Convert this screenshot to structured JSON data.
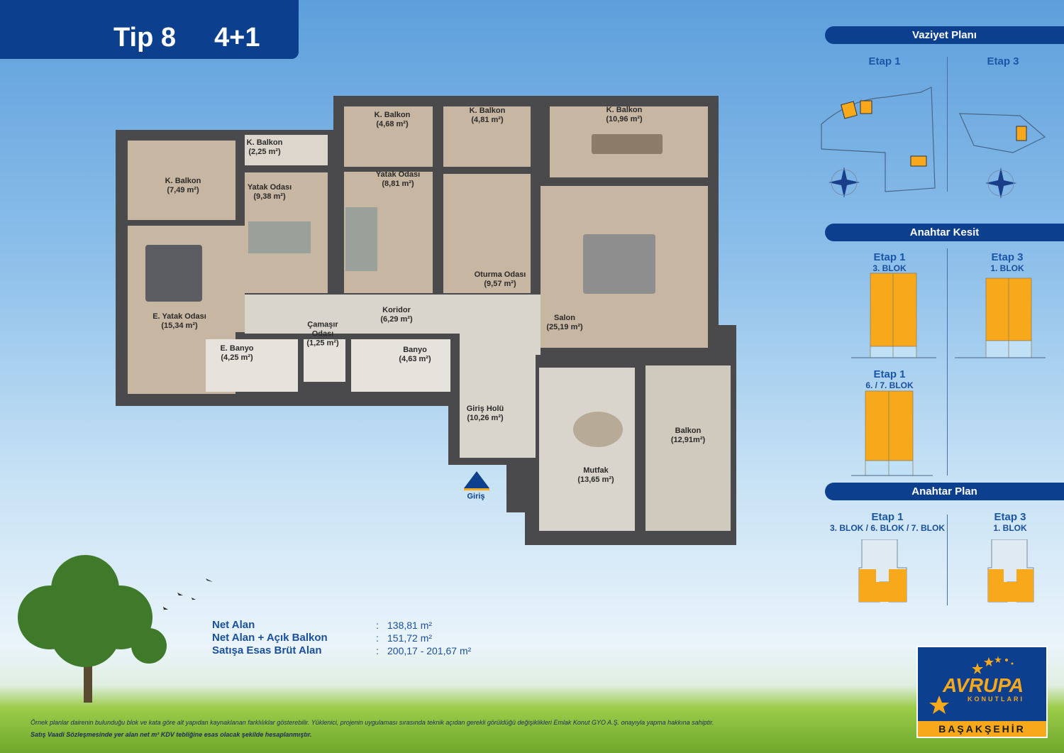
{
  "header": {
    "type": "Tip 8",
    "rooms": "4+1"
  },
  "rooms": [
    {
      "name": "K. Balkon",
      "area": "(7,49 m²)"
    },
    {
      "name": "E. Yatak Odası",
      "area": "(15,34 m²)"
    },
    {
      "name": "K. Balkon",
      "area": "(2,25 m²)"
    },
    {
      "name": "Yatak Odası",
      "area": "(9,38 m²)"
    },
    {
      "name": "K. Balkon",
      "area": "(4,68 m²)"
    },
    {
      "name": "Yatak Odası",
      "area": "(8,81 m²)"
    },
    {
      "name": "K. Balkon",
      "area": "(4,81 m²)"
    },
    {
      "name": "Oturma Odası",
      "area": "(9,57 m²)"
    },
    {
      "name": "K. Balkon",
      "area": "(10,96 m²)"
    },
    {
      "name": "Salon",
      "area": "(25,19 m²)"
    },
    {
      "name": "Koridor",
      "area": "(6,29 m²)"
    },
    {
      "name": "Çamaşır Odası",
      "area": "(1,25 m²)"
    },
    {
      "name": "E. Banyo",
      "area": "(4,25 m²)"
    },
    {
      "name": "Banyo",
      "area": "(4,63 m²)"
    },
    {
      "name": "Giriş Holü",
      "area": "(10,26 m²)"
    },
    {
      "name": "Mutfak",
      "area": "(13,65 m²)"
    },
    {
      "name": "Balkon",
      "area": "(12,91m²)"
    }
  ],
  "entrance": "Giriş",
  "sidebar": {
    "site_plan": {
      "title": "Vaziyet Planı",
      "left": "Etap 1",
      "right": "Etap 3"
    },
    "key_section": {
      "title": "Anahtar Kesit",
      "items": [
        {
          "etap": "Etap 1",
          "blok": "3. BLOK"
        },
        {
          "etap": "Etap 3",
          "blok": "1. BLOK"
        },
        {
          "etap": "Etap 1",
          "blok": "6. / 7. BLOK"
        }
      ]
    },
    "key_plan": {
      "title": "Anahtar Plan",
      "items": [
        {
          "etap": "Etap 1",
          "blok": "3. BLOK / 6. BLOK / 7. BLOK"
        },
        {
          "etap": "Etap 3",
          "blok": "1. BLOK"
        }
      ]
    }
  },
  "areas": [
    {
      "label": "Net Alan",
      "value": "138,81 m²"
    },
    {
      "label": "Net Alan + Açık Balkon",
      "value": "151,72 m²"
    },
    {
      "label": "Satışa Esas Brüt Alan",
      "value": "200,17 - 201,67 m²"
    }
  ],
  "separator": ":",
  "notes": [
    "Örnek planlar dairenin bulunduğu blok ve kata göre alt yapıdan kaynaklanan farklılıklar gösterebilir. Yüklenici, projenin uygulaması sırasında teknik açıdan gerekli görüldüğü değişiklikleri Emlak Konut GYO A.Ş. onayıyla yapma hakkına sahiptir.",
    "Satış Vaadi Sözleşmesinde yer alan net m² KDV tebliğine esas olacak şekilde hesaplanmıştır."
  ],
  "logo": {
    "brand": "AVRUPA",
    "sub": "KONUTLARI",
    "location": "BAŞAKŞEHİR"
  },
  "colors": {
    "navy": "#0d3f8f",
    "orange": "#f7a81b"
  }
}
